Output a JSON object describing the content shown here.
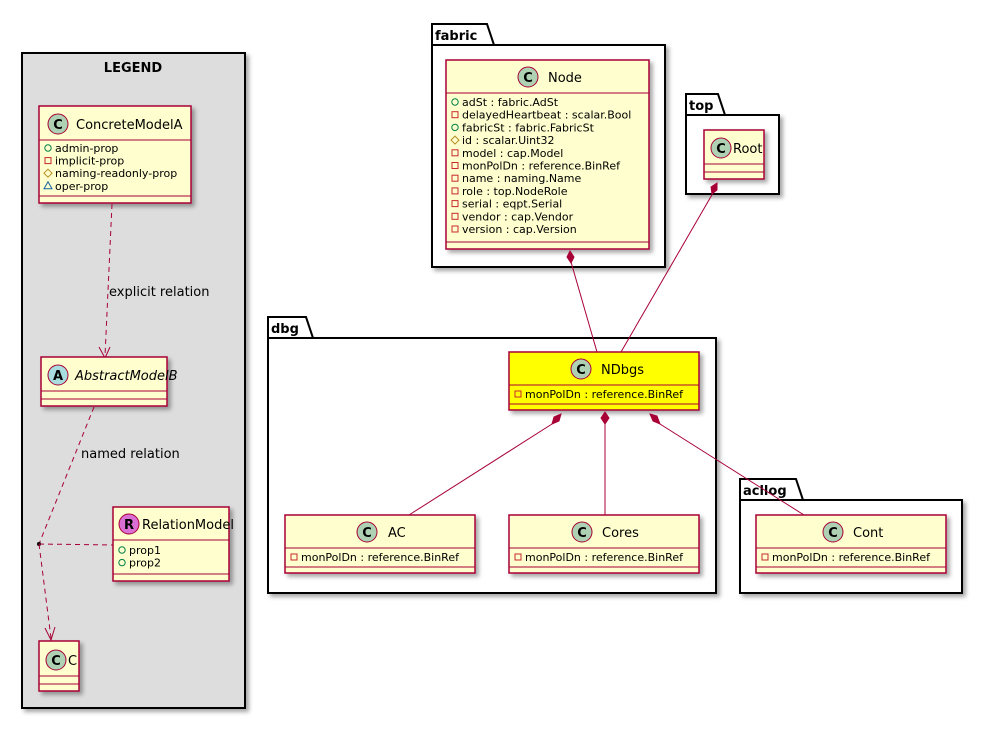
{
  "colors": {
    "class_fill": "#FEFECE",
    "class_border": "#A80036",
    "highlight_fill": "#FFFF00",
    "legend_fill": "#DDDDDD",
    "circle_class": "#ADD1B2",
    "circle_abstract": "#A9DCDF",
    "circle_relation": "#DA70D6",
    "relation_line": "#A80036"
  },
  "legend": {
    "title": "LEGEND",
    "concrete": {
      "stereo": "C",
      "name": "ConcreteModelA",
      "attrs": [
        {
          "vis": "public",
          "text": "admin-prop"
        },
        {
          "vis": "private",
          "text": "implicit-prop"
        },
        {
          "vis": "protected",
          "text": "naming-readonly-prop"
        },
        {
          "vis": "package",
          "text": "oper-prop"
        }
      ]
    },
    "explicit_label": "explicit relation",
    "abstract": {
      "stereo": "A",
      "name": "AbstractModelB"
    },
    "named_label": "named relation",
    "relation_model": {
      "stereo": "R",
      "name": "RelationModel",
      "attrs": [
        {
          "vis": "public",
          "text": "prop1"
        },
        {
          "vis": "public",
          "text": "prop2"
        }
      ]
    },
    "c_class": {
      "stereo": "C",
      "name": "C"
    }
  },
  "packages": {
    "fabric": {
      "name": "fabric",
      "node": {
        "stereo": "C",
        "name": "Node",
        "attrs": [
          {
            "vis": "public",
            "text": "adSt : fabric.AdSt"
          },
          {
            "vis": "private",
            "text": "delayedHeartbeat : scalar.Bool"
          },
          {
            "vis": "public",
            "text": "fabricSt : fabric.FabricSt"
          },
          {
            "vis": "protected",
            "text": "id : scalar.Uint32"
          },
          {
            "vis": "private",
            "text": "model : cap.Model"
          },
          {
            "vis": "private",
            "text": "monPolDn : reference.BinRef"
          },
          {
            "vis": "private",
            "text": "name : naming.Name"
          },
          {
            "vis": "private",
            "text": "role : top.NodeRole"
          },
          {
            "vis": "private",
            "text": "serial : eqpt.Serial"
          },
          {
            "vis": "private",
            "text": "vendor : cap.Vendor"
          },
          {
            "vis": "private",
            "text": "version : cap.Version"
          }
        ]
      }
    },
    "top": {
      "name": "top",
      "root": {
        "stereo": "C",
        "name": "Root"
      }
    },
    "dbg": {
      "name": "dbg",
      "ndbgs": {
        "stereo": "C",
        "name": "NDbgs",
        "attrs": [
          {
            "vis": "private",
            "text": "monPolDn : reference.BinRef"
          }
        ]
      },
      "ac": {
        "stereo": "C",
        "name": "AC",
        "attrs": [
          {
            "vis": "private",
            "text": "monPolDn : reference.BinRef"
          }
        ]
      },
      "cores": {
        "stereo": "C",
        "name": "Cores",
        "attrs": [
          {
            "vis": "private",
            "text": "monPolDn : reference.BinRef"
          }
        ]
      }
    },
    "acllog": {
      "name": "acllog",
      "cont": {
        "stereo": "C",
        "name": "Cont",
        "attrs": [
          {
            "vis": "private",
            "text": "monPolDn : reference.BinRef"
          }
        ]
      }
    }
  }
}
